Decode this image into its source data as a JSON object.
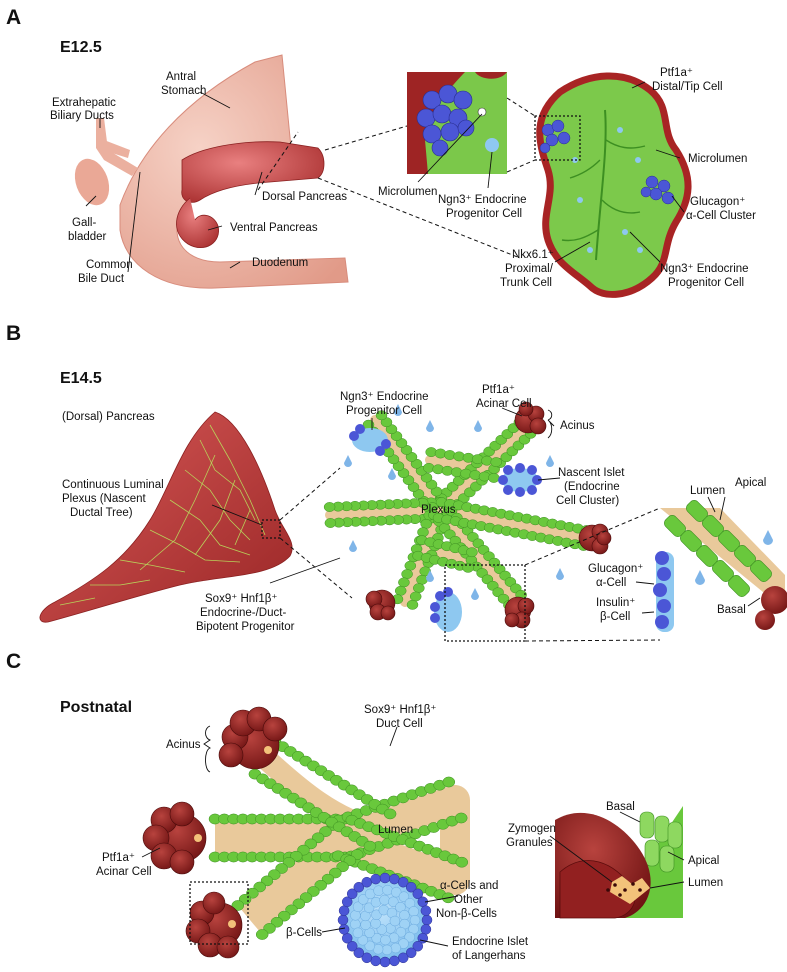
{
  "panel_a": {
    "letter": "A",
    "stage": "E12.5",
    "labels": {
      "antral_stomach": [
        "Antral",
        "Stomach"
      ],
      "biliary": [
        "Extrahepatic",
        "Biliary Ducts"
      ],
      "gallbladder": [
        "Gall-",
        "bladder"
      ],
      "bile_duct": [
        "Common",
        "Bile Duct"
      ],
      "dorsal_pancreas": [
        "Dorsal Pancreas"
      ],
      "ventral_pancreas": [
        "Ventral Pancreas"
      ],
      "duodenum": [
        "Duodenum"
      ],
      "microlumen_left": [
        "Microlumen"
      ],
      "ngn3_left": [
        "Ngn3⁺ Endocrine",
        "Progenitor Cell"
      ],
      "ptf1a": [
        "Ptf1a⁺",
        "Distal/Tip Cell"
      ],
      "microlumen_right": [
        "Microlumen"
      ],
      "glucagon": [
        "Glucagon⁺",
        "α-Cell Cluster"
      ],
      "nkx": [
        "Nkx6.1⁺",
        "Proximal/",
        "Trunk Cell"
      ],
      "ngn3_right": [
        "Ngn3⁺ Endocrine",
        "Progenitor Cell"
      ]
    }
  },
  "panel_b": {
    "letter": "B",
    "stage": "E14.5",
    "labels": {
      "dorsal": [
        "(Dorsal) Pancreas"
      ],
      "plexus_cont": [
        "Continuous Luminal",
        "Plexus (Nascent",
        "Ductal Tree)"
      ],
      "sox9": [
        "Sox9⁺ Hnf1β⁺",
        "Endocrine-/Duct-",
        "Bipotent Progenitor"
      ],
      "ngn3": [
        "Ngn3⁺ Endocrine",
        "Progenitor Cell"
      ],
      "ptf1a": [
        "Ptf1a⁺",
        "Acinar Cell"
      ],
      "acinus": [
        "Acinus"
      ],
      "nascent_islet": [
        "Nascent Islet",
        "(Endocrine",
        "Cell Cluster)"
      ],
      "plexus": [
        "Plexus"
      ],
      "lumen": [
        "Lumen"
      ],
      "apical": [
        "Apical"
      ],
      "glucagon": [
        "Glucagon⁺",
        "α-Cell"
      ],
      "insulin": [
        "Insulin⁺",
        "β-Cell"
      ],
      "basal": [
        "Basal"
      ]
    }
  },
  "panel_c": {
    "letter": "C",
    "stage": "Postnatal",
    "labels": {
      "acinus": [
        "Acinus"
      ],
      "sox9": [
        "Sox9⁺ Hnf1β⁺",
        "Duct Cell"
      ],
      "lumen": [
        "Lumen"
      ],
      "ptf1a": [
        "Ptf1a⁺",
        "Acinar Cell"
      ],
      "alpha": [
        "α-Cells and",
        "Other",
        "Non-β-Cells"
      ],
      "beta": [
        "β-Cells"
      ],
      "islet": [
        "Endocrine Islet",
        "of Langerhans"
      ],
      "basal": [
        "Basal"
      ],
      "zymogen": [
        "Zymogen",
        "Granules"
      ],
      "apical": [
        "Apical"
      ],
      "lumen_zoom": [
        "Lumen"
      ]
    }
  },
  "colors": {
    "green": "#69c83c",
    "green_dark": "#3d8f22",
    "acinar_red": "#8b1a1a",
    "tissue_red": "#c84a4a",
    "blue_alpha": "#4a50d8",
    "light_blue": "#8ec8f0",
    "lumen_tan": "#e9c99b",
    "stomach": "#ecab9c"
  }
}
